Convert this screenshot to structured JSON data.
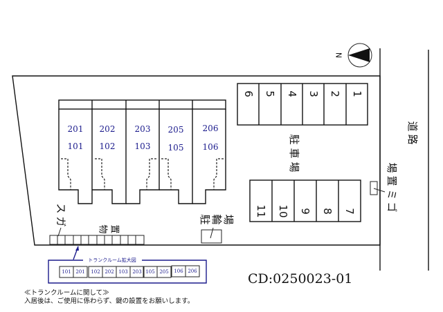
{
  "compass": {
    "label": "N"
  },
  "building": {
    "units": [
      {
        "upper": "201",
        "lower": "101"
      },
      {
        "upper": "202",
        "lower": "102"
      },
      {
        "upper": "203",
        "lower": "103"
      },
      {
        "upper": "205",
        "lower": "105"
      },
      {
        "upper": "206",
        "lower": "106"
      }
    ]
  },
  "parking": {
    "label": [
      "駐",
      "車",
      "場"
    ],
    "top_row": [
      "6",
      "5",
      "4",
      "3",
      "2",
      "1"
    ],
    "bottom_row": [
      "11",
      "10",
      "9",
      "8",
      "7"
    ]
  },
  "road": {
    "label": [
      "道",
      "路"
    ]
  },
  "garbage": {
    "label": [
      "ゴ",
      "ミ",
      "置",
      "場"
    ]
  },
  "bicycle": {
    "label": [
      "駐",
      "輪",
      "場"
    ]
  },
  "gas": {
    "label": [
      "ガ",
      "ス"
    ]
  },
  "storage": {
    "label": [
      "物",
      "置"
    ]
  },
  "trunk_room": {
    "title": "トランクルーム拡大図",
    "cells": [
      "101",
      "201",
      "102",
      "202",
      "103",
      "203",
      "105",
      "205",
      "106",
      "206"
    ]
  },
  "code": "CD:0250023-01",
  "notes": {
    "heading": "≪トランクルームに関して≫",
    "body": "入居後は、ご使用に係わらず、鍵の設置をお願いします。"
  },
  "colors": {
    "accent": "#1a1a8c",
    "line": "#111111"
  }
}
